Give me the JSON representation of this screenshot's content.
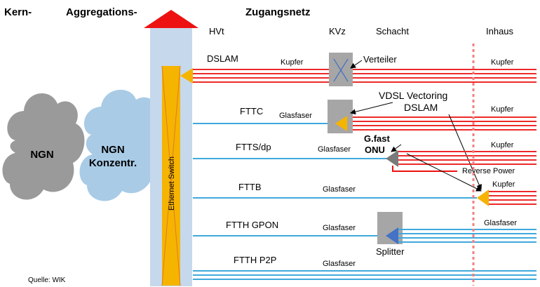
{
  "headers": {
    "core": "Kern-",
    "aggregation": "Aggregations-",
    "access": "Zugangsnetz"
  },
  "columns": {
    "hvt": "HVt",
    "kvz": "KVz",
    "schacht": "Schacht",
    "inhaus": "Inhaus"
  },
  "clouds": {
    "ngn": "NGN",
    "ngn_konzentr_line1": "NGN",
    "ngn_konzentr_line2": "Konzentr."
  },
  "ethernet_switch": "Ethernet Switch",
  "rows": [
    {
      "tech": "DSLAM",
      "left_medium": "Kupfer",
      "right_medium": "Kupfer"
    },
    {
      "tech": "FTTC",
      "left_medium": "Glasfaser",
      "right_medium": "Kupfer"
    },
    {
      "tech": "FTTS/dp",
      "left_medium": "Glasfaser",
      "right_medium": "Kupfer"
    },
    {
      "tech": "FTTB",
      "left_medium": "Glasfaser",
      "right_medium": "Kupfer"
    },
    {
      "tech": "FTTH GPON",
      "left_medium": "Glasfaser",
      "right_medium": "Glasfaser"
    },
    {
      "tech": "FTTH P2P",
      "left_medium": "Glasfaser",
      "right_medium": ""
    }
  ],
  "labels": {
    "verteiler": "Verteiler",
    "vdsl_line1": "VDSL Vectoring",
    "vdsl_line2": "DSLAM",
    "gfast_line1": "G.fast",
    "gfast_line2": "ONU",
    "reverse_power": "Reverse Power",
    "splitter": "Splitter"
  },
  "source": "Quelle: WIK",
  "colors": {
    "copper": "#ee2a2a",
    "fiber": "#3fa9dc",
    "node": "#f5b400",
    "device_box": "#a6a6a6",
    "cloud_gray": "#9a9a9a",
    "cloud_blue": "#a9cbe6",
    "switch_column": "#c5d8ec",
    "arrow_head": "#ee1111",
    "splitter_triangle": "#4472c4"
  }
}
